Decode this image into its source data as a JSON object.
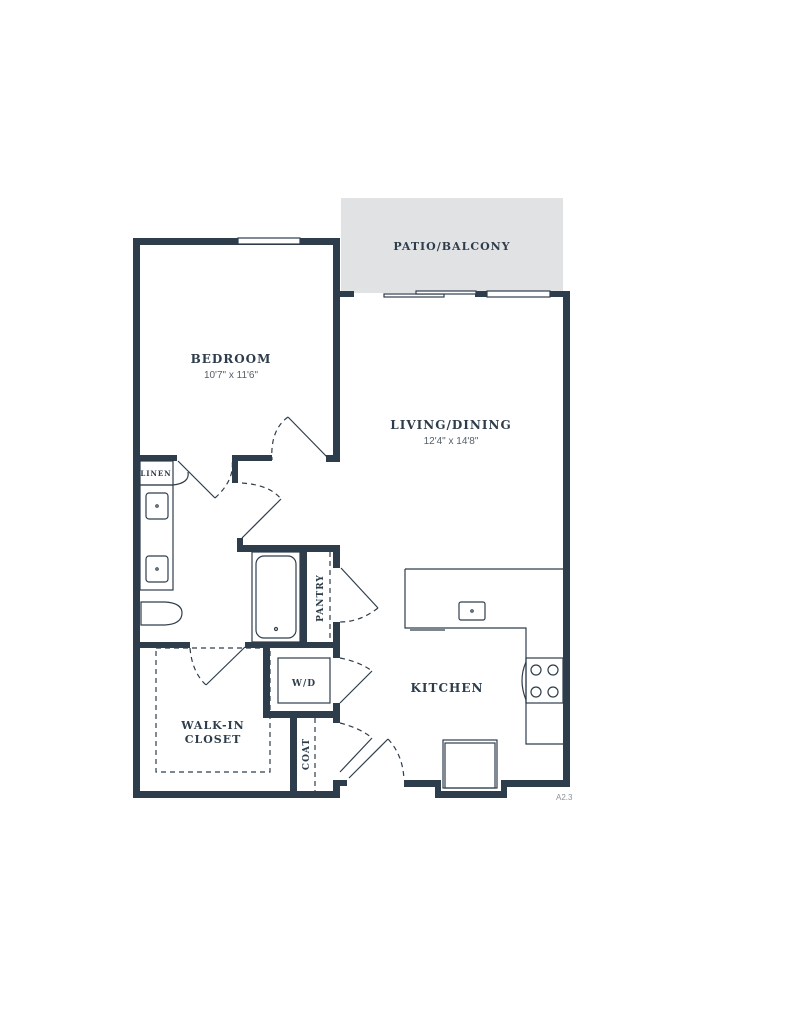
{
  "rooms": {
    "patio": {
      "label": "PATIO/BALCONY"
    },
    "bedroom": {
      "label": "BEDROOM",
      "dimensions": "10'7\" x 11'6\""
    },
    "living": {
      "label": "LIVING/DINING",
      "dimensions": "12'4\" x 14'8\""
    },
    "linen": {
      "label": "LINEN"
    },
    "pantry": {
      "label": "PANTRY"
    },
    "wd": {
      "label": "W/D"
    },
    "kitchen": {
      "label": "KITCHEN"
    },
    "closet": {
      "label_line1": "WALK-IN",
      "label_line2": "CLOSET"
    },
    "coat": {
      "label": "COAT"
    }
  },
  "plan_code": "A2.3",
  "colors": {
    "wall": "#2e3d4b",
    "patio": "#e1e2e4"
  }
}
